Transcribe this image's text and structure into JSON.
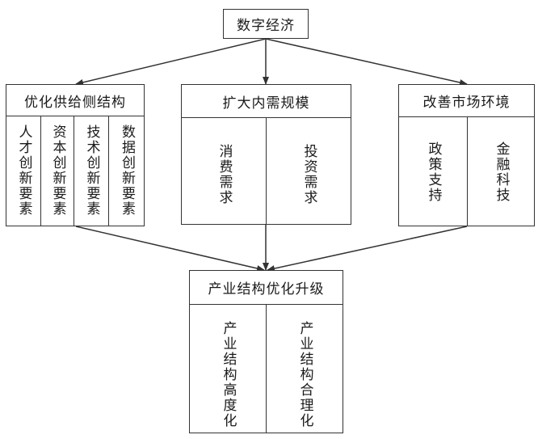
{
  "top": {
    "label": "数字经济"
  },
  "groups": [
    {
      "title": "优化供给侧结构",
      "items": [
        "人才创新要素",
        "资本创新要素",
        "技术创新要素",
        "数据创新要素"
      ]
    },
    {
      "title": "扩大内需规模",
      "items": [
        "消费需求",
        "投资需求"
      ]
    },
    {
      "title": "改善市场环境",
      "items": [
        "政策支持",
        "金融科技"
      ]
    }
  ],
  "bottom": {
    "title": "产业结构优化升级",
    "items": [
      "产业结构高度化",
      "产业结构合理化"
    ]
  }
}
